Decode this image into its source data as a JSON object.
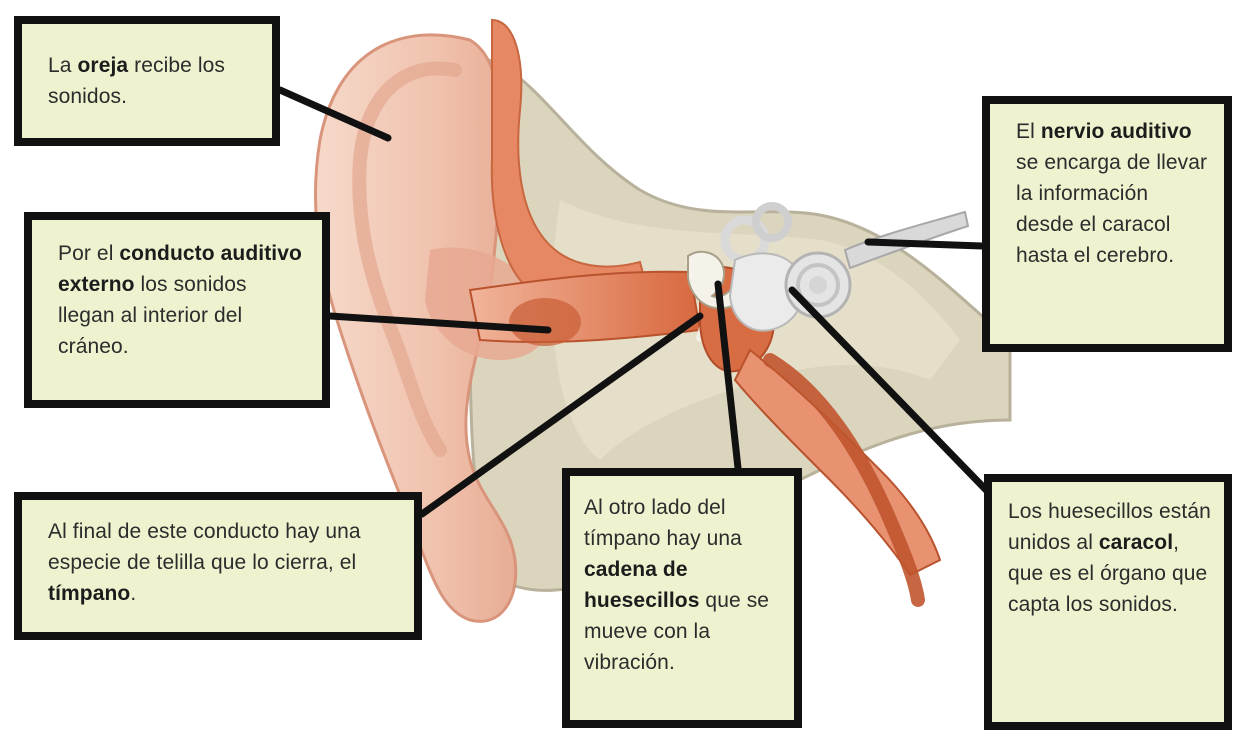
{
  "labels": {
    "oreja": {
      "t1": "La ",
      "b1": "oreja",
      "t2": " recibe los sonidos."
    },
    "conducto": {
      "t1": "Por el ",
      "b1": "conducto auditivo externo",
      "t2": " los sonidos llegan al interior del cráneo."
    },
    "timpano": {
      "t1": "Al final de este conducto hay una especie de telilla que lo cierra, el ",
      "b1": "tímpano",
      "t2": "."
    },
    "cadena": {
      "t1": "Al otro lado del tímpano hay una ",
      "b1": "cadena de huesecillos",
      "t2": " que se mueve con la vibración."
    },
    "nervio": {
      "t1": "El ",
      "b1": "nervio auditivo",
      "t2": " se encarga de llevar la información desde el caracol hasta el cerebro."
    },
    "caracol": {
      "t1": "Los huesecillos están unidos al ",
      "b1": "caracol",
      "t2": ", que es el órgano que capta los sonidos."
    }
  },
  "colors": {
    "box_fill": "#eef2cf",
    "box_border": "#111111",
    "leader_line": "#111111",
    "skin": "#f2c9b6",
    "skin_shadow": "#e3a58f",
    "bone": "#ddd6c0",
    "bone_dark": "#b9b29c",
    "canal": "#e07a4f",
    "canal_dark": "#b84f2c",
    "cochlea": "#e6e6e6"
  }
}
